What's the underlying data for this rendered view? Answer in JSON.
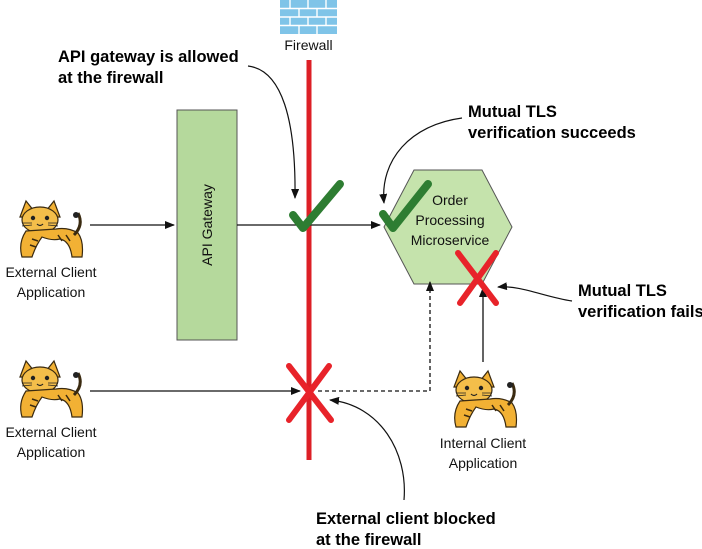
{
  "firewall": {
    "label": "Firewall"
  },
  "gateway": {
    "label": "API Gateway"
  },
  "service": {
    "line1": "Order",
    "line2": "Processing",
    "line3": "Microservice"
  },
  "clients": {
    "external_top": {
      "line1": "External Client",
      "line2": "Application"
    },
    "external_bottom": {
      "line1": "External Client",
      "line2": "Application"
    },
    "internal": {
      "line1": "Internal Client",
      "line2": "Application"
    }
  },
  "annotations": {
    "gateway_allowed": {
      "line1": "API gateway is allowed",
      "line2": "at the firewall"
    },
    "mtls_success": {
      "line1": "Mutual TLS",
      "line2": "verification succeeds"
    },
    "mtls_fail": {
      "line1": "Mutual TLS",
      "line2": "verification fails"
    },
    "external_blocked": {
      "line1": "External client blocked",
      "line2": "at the firewall"
    }
  },
  "colors": {
    "firewall_line": "#dd1f26",
    "gateway_fill": "#b5d99c",
    "service_fill": "#c5e3ac",
    "check": "#2e7d32",
    "cross": "#e8232a",
    "brick": "#7fc4e8"
  }
}
